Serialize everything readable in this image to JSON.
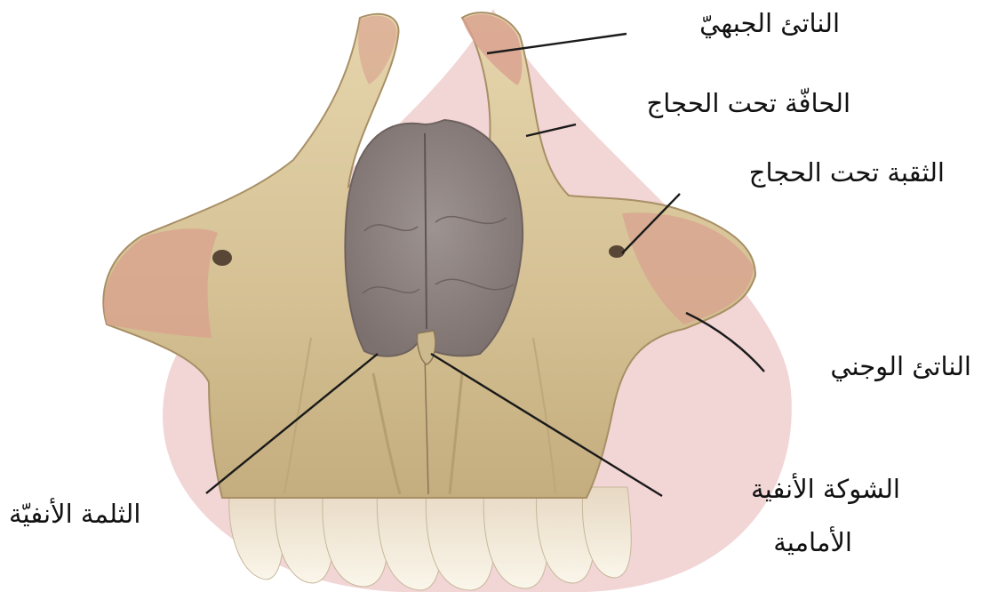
{
  "labels": {
    "frontal_process": "الناتئ الجبهيّ",
    "infraorbital_margin": "الحافّة تحت الحجاج",
    "infraorbital_foramen": "الثقبة تحت الحجاج",
    "zygomatic_process": "الناتئ الوجني",
    "anterior_nasal_spine_line1": "الشوكة الأنفية",
    "anterior_nasal_spine_line2": "الأمامية",
    "nasal_notch": "الثلمة الأنفيّة"
  },
  "colors": {
    "watermark": "#e8b2b2",
    "bone": "#d9c59a",
    "bone_shadow": "#b39f72",
    "bone_pink": "#d9a08e",
    "cavity": "#8f8583",
    "tooth": "#f1ead4",
    "leader": "#1a1a1a"
  }
}
